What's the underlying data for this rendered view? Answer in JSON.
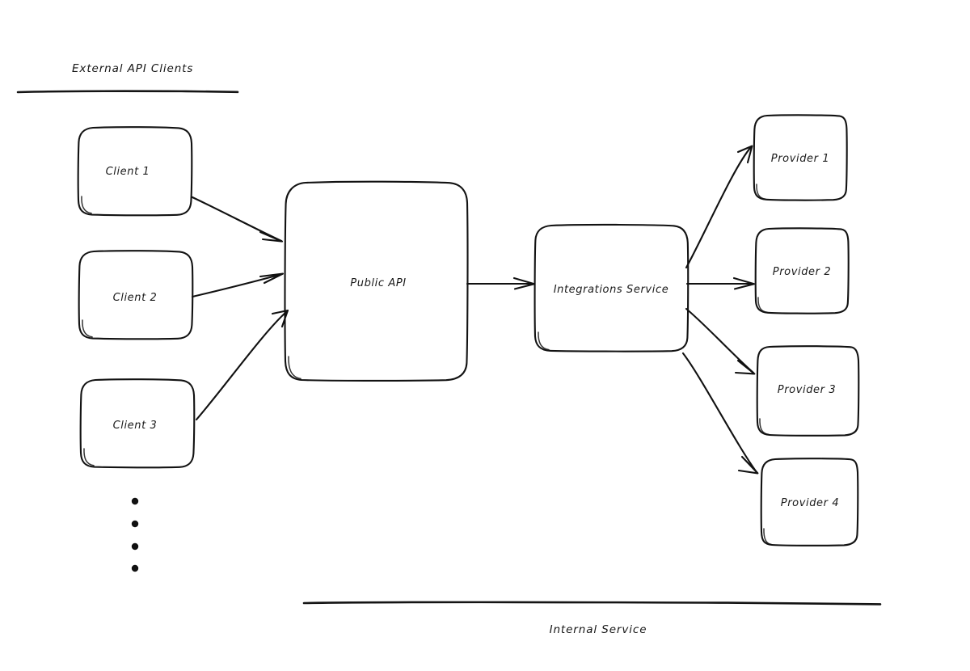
{
  "diagram": {
    "title_external_zone": "External API Clients",
    "title_internal_zone": "Internal Service",
    "background_color": "#ffffff",
    "ink_color": "#111111",
    "style": "hand-drawn-sketch",
    "nodes": [
      {
        "id": "client1",
        "label": "Client 1",
        "group": "external-clients"
      },
      {
        "id": "client2",
        "label": "Client 2",
        "group": "external-clients"
      },
      {
        "id": "client3",
        "label": "Client 3",
        "group": "external-clients"
      },
      {
        "id": "public_api",
        "label": "Public API",
        "group": "internal-service"
      },
      {
        "id": "integrations",
        "label": "Integrations Service",
        "group": "internal-service"
      },
      {
        "id": "provider1",
        "label": "Provider 1",
        "group": "providers"
      },
      {
        "id": "provider2",
        "label": "Provider 2",
        "group": "providers"
      },
      {
        "id": "provider3",
        "label": "Provider 3",
        "group": "providers"
      },
      {
        "id": "provider4",
        "label": "Provider 4",
        "group": "providers"
      }
    ],
    "edges": [
      {
        "from": "client1",
        "to": "public_api"
      },
      {
        "from": "client2",
        "to": "public_api"
      },
      {
        "from": "client3",
        "to": "public_api"
      },
      {
        "from": "public_api",
        "to": "integrations"
      },
      {
        "from": "integrations",
        "to": "provider1"
      },
      {
        "from": "integrations",
        "to": "provider2"
      },
      {
        "from": "integrations",
        "to": "provider3"
      },
      {
        "from": "integrations",
        "to": "provider4"
      }
    ],
    "ellipsis": {
      "name": "more-clients-ellipsis",
      "dot_count": 4
    }
  }
}
